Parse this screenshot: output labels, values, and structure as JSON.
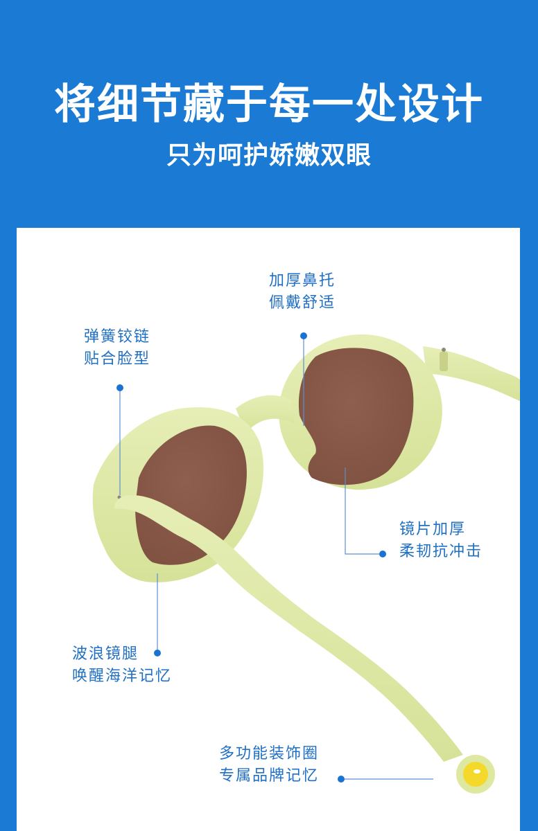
{
  "header": {
    "title": "将细节藏于每一处设计",
    "subtitle": "只为呵护娇嫩双眼"
  },
  "colors": {
    "background_blue": "#1a7ad4",
    "card": "#ffffff",
    "callout_text": "#1f6fc4",
    "callout_dot": "#1a73d0",
    "callout_line": "#5a8fd0",
    "frame": "#dfe8a8",
    "lens": "#8a5a4a",
    "tip_ring": "#f5d92a"
  },
  "callouts": [
    {
      "id": "spring-hinge",
      "line1": "弹簧铰链",
      "line2": "贴合脸型"
    },
    {
      "id": "nose-pad",
      "line1": "加厚鼻托",
      "line2": "佩戴舒适"
    },
    {
      "id": "lens",
      "line1": "镜片加厚",
      "line2": "柔韧抗冲击"
    },
    {
      "id": "wave-temple",
      "line1": "波浪镜腿",
      "line2": "唤醒海洋记忆"
    },
    {
      "id": "decor-ring",
      "line1": "多功能装饰圈",
      "line2": "专属品牌记忆"
    }
  ]
}
